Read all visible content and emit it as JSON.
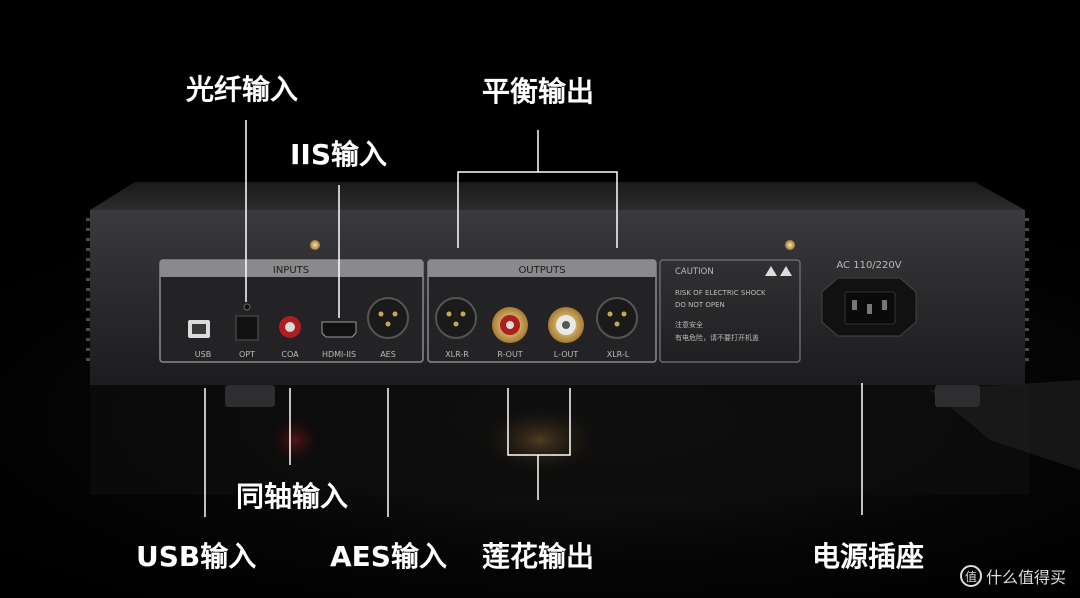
{
  "callouts": {
    "optical": "光纤输入",
    "iis": "IIS输入",
    "balanced": "平衡输出",
    "coaxial": "同轴输入",
    "usb": "USB输入",
    "aes": "AES输入",
    "rca": "莲花输出",
    "power": "电源插座"
  },
  "panel": {
    "inputs_title": "INPUTS",
    "outputs_title": "OUTPUTS",
    "ports": {
      "usb": "USB",
      "opt": "OPT",
      "coa": "COA",
      "hdmi": "HDMI-IIS",
      "aes": "AES",
      "xlr_r": "XLR-R",
      "r_out": "R-OUT",
      "l_out": "L-OUT",
      "xlr_l": "XLR-L"
    },
    "caution": {
      "title": "CAUTION",
      "line1": "RISK OF ELECTRIC SHOCK",
      "line2": "DO NOT OPEN",
      "cn1": "注意安全",
      "cn2": "有电危险，请不要打开机盖"
    },
    "power_label": "AC 110/220V"
  },
  "watermark": {
    "logo": "值",
    "text": "什么值得买"
  }
}
